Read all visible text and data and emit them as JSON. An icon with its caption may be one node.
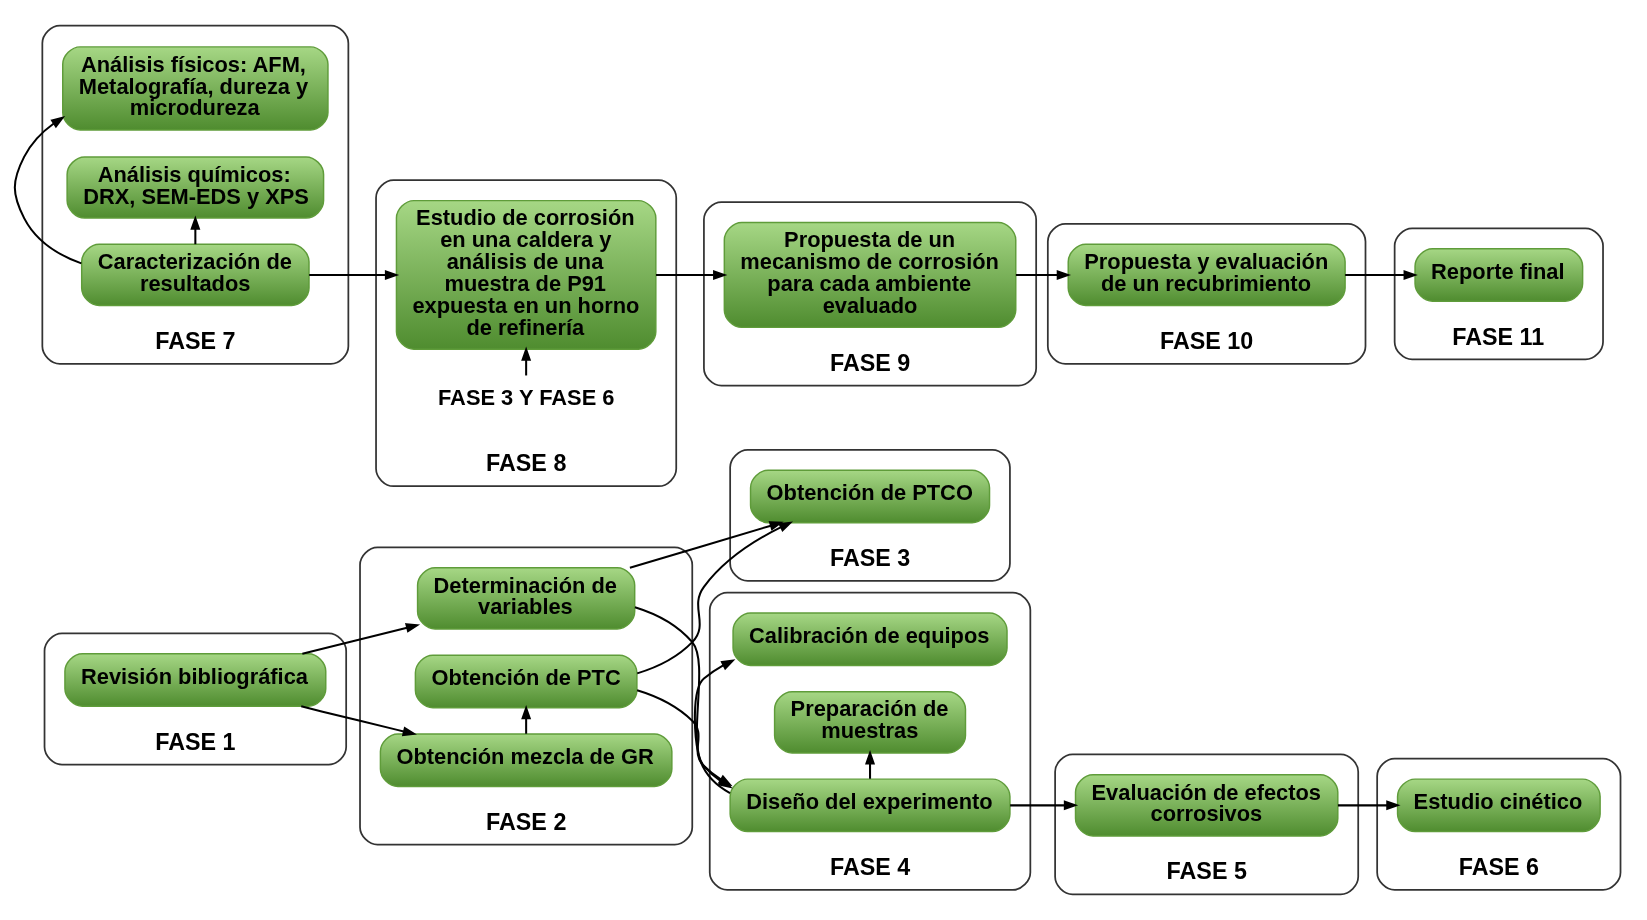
{
  "diagram": {
    "nodes": [
      {
        "text": [
          "FASE 1"
        ]
      },
      {
        "text": [
          "Revisión bibliográfica"
        ],
        "in": 0
      },
      {
        "text": [
          "FASE 2"
        ]
      },
      {
        "text": [
          "Obtención de PTC"
        ],
        "in": 2
      },
      {
        "text": [
          "Obtención mezcla de GR"
        ],
        "in": 2
      },
      {
        "text": [
          "Determinación de variables"
        ],
        "in": 2
      },
      {
        "text": [
          "FASE 3"
        ]
      },
      {
        "text": [
          "Obtención de PTCO"
        ],
        "in": 6
      },
      {
        "text": [
          "FASE 4"
        ]
      },
      {
        "text": [
          "Calibración de equipos"
        ],
        "in": 8
      },
      {
        "text": [
          "Diseño del experimento"
        ],
        "in": 8
      },
      {
        "text": [
          "Preparación de muestras"
        ],
        "in": 8
      },
      {
        "text": [
          "FASE 5"
        ]
      },
      {
        "text": [
          "Evaluación de efectos corrosivos"
        ],
        "in": 12
      },
      {
        "text": [
          "FASE 6"
        ]
      },
      {
        "text": [
          "Estudio cinético"
        ],
        "in": 14
      },
      {
        "text": [
          "FASE 7"
        ]
      },
      {
        "text": [
          "Análisis físicos: AFM, Metalografía, dureza y microdureza"
        ],
        "in": 16
      },
      {
        "text": [
          "Caracterización de resultados"
        ],
        "in": 16
      },
      {
        "text": [
          "Análisis químicos: DRX, SEM-EDS y XPS"
        ],
        "in": 16
      },
      {
        "text": [
          "FASE 8"
        ]
      },
      {
        "text": [
          "FASE 3 Y FASE 6"
        ],
        "in": 20
      },
      {
        "text": [
          "Estudio de corrosión en una caldera y análisis de una muestra de P91 expuesta en un horno de refinería"
        ],
        "in": 20
      },
      {
        "text": [
          "FASE 9"
        ]
      },
      {
        "text": [
          "Propuesta de un mecanismo de corrosión para cada ambiente evaluado"
        ],
        "in": 23
      },
      {
        "text": [
          "FASE 10"
        ]
      },
      {
        "text": [
          "Propuesta y evaluación de un recubrimiento"
        ],
        "in": 25
      },
      {
        "text": [
          "FASE 11"
        ]
      },
      {
        "text": [
          "Reporte final"
        ],
        "in": 27
      }
    ],
    "edges": [
      {
        "from": 1,
        "to": 4,
        "arrow": "to"
      },
      {
        "from": 1,
        "to": 5,
        "arrow": "to"
      },
      {
        "from": 4,
        "to": 3,
        "arrow": "to"
      },
      {
        "from": 3,
        "to": 7,
        "arrow": "to"
      },
      {
        "from": 5,
        "to": 7,
        "arrow": "to"
      },
      {
        "from": 3,
        "to": 10,
        "arrow": "to"
      },
      {
        "from": 5,
        "to": 10,
        "arrow": "to"
      },
      {
        "from": 10,
        "to": 9,
        "arrow": "to"
      },
      {
        "from": 10,
        "to": 11,
        "arrow": "to"
      },
      {
        "from": 10,
        "to": 13,
        "arrow": "to"
      },
      {
        "from": 13,
        "to": 15,
        "arrow": "to"
      },
      {
        "from": 18,
        "to": 17,
        "arrow": "to"
      },
      {
        "from": 18,
        "to": 19,
        "arrow": "to"
      },
      {
        "from": 18,
        "to": 22,
        "arrow": "to"
      },
      {
        "from": 21,
        "to": 22,
        "arrow": "to"
      },
      {
        "from": 22,
        "to": 24,
        "arrow": "to"
      },
      {
        "from": 24,
        "to": 26,
        "arrow": "to"
      },
      {
        "from": 26,
        "to": 28,
        "arrow": "to"
      }
    ]
  }
}
